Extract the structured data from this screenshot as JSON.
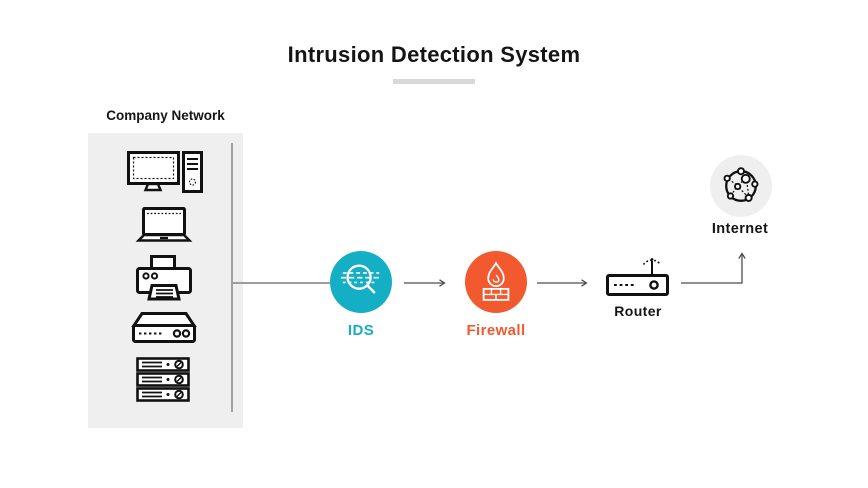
{
  "title": "Intrusion Detection System",
  "company_network": {
    "label": "Company Network",
    "devices": [
      {
        "icon": "desktop-computer-icon"
      },
      {
        "icon": "laptop-icon"
      },
      {
        "icon": "printer-icon"
      },
      {
        "icon": "network-switch-icon"
      },
      {
        "icon": "server-rack-icon"
      }
    ]
  },
  "nodes": {
    "ids": {
      "label": "IDS",
      "icon": "magnifier-scan-icon",
      "color": "#14AFC4"
    },
    "firewall": {
      "label": "Firewall",
      "icon": "flame-brick-wall-icon",
      "color": "#F2592F"
    },
    "router": {
      "label": "Router",
      "icon": "wireless-router-icon"
    },
    "internet": {
      "label": "Internet",
      "icon": "globe-network-icon"
    }
  },
  "flow": [
    "Company Network",
    "IDS",
    "Firewall",
    "Router",
    "Internet"
  ],
  "colors": {
    "accent-teal": "#14AFC4",
    "accent-orange": "#F2592F",
    "panel-bg": "#EFEFEF",
    "underline-bar": "#D8D8D8",
    "connector-line": "#9C9C9C",
    "arrow-line": "#4D4D4D",
    "icon-stroke": "#111111",
    "text-dark": "#151515"
  }
}
